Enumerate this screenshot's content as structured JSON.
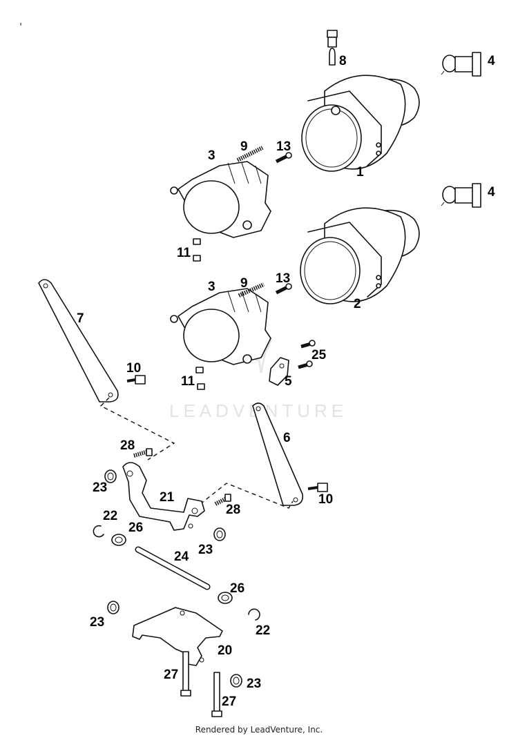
{
  "watermark": "LEADVENTURE",
  "footer": "Rendered by LeadVenture, Inc.",
  "callouts": {
    "c1": "1",
    "c2": "2",
    "c3a": "3",
    "c3b": "3",
    "c4a": "4",
    "c4b": "4",
    "c5": "5",
    "c6": "6",
    "c7": "7",
    "c8": "8",
    "c9a": "9",
    "c9b": "9",
    "c10a": "10",
    "c10b": "10",
    "c11a": "11",
    "c11b": "11",
    "c13a": "13",
    "c13b": "13",
    "c20": "20",
    "c21": "21",
    "c22a": "22",
    "c22b": "22",
    "c23a": "23",
    "c23b": "23",
    "c23c": "23",
    "c23d": "23",
    "c24": "24",
    "c25": "25",
    "c26a": "26",
    "c26b": "26",
    "c27a": "27",
    "c27b": "27",
    "c28a": "28",
    "c28b": "28"
  }
}
